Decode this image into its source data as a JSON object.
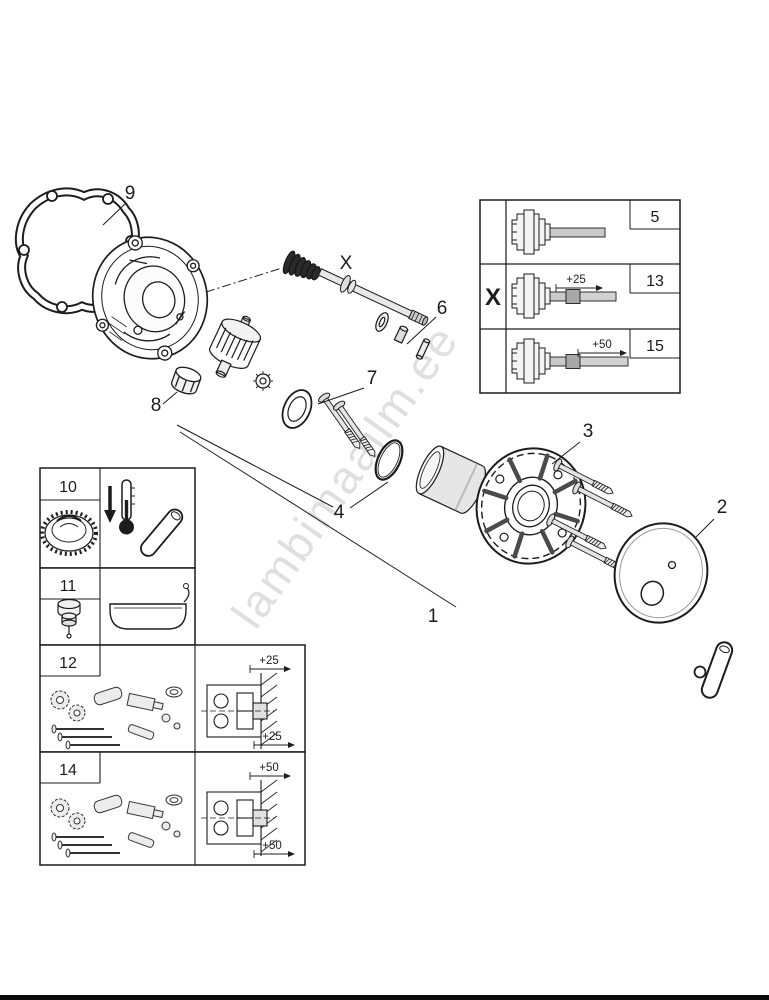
{
  "watermark": "lambimaailm.ee",
  "callouts": {
    "part1": "1",
    "part2": "2",
    "part3": "3",
    "part4": "4",
    "part6": "6",
    "part7": "7",
    "part8": "8",
    "part9": "9",
    "shaft_x": "X"
  },
  "inset": {
    "x_label": "X",
    "rows": [
      {
        "num": "5"
      },
      {
        "num": "13",
        "dim": "+25"
      },
      {
        "num": "15",
        "dim": "+50"
      }
    ]
  },
  "kits": [
    {
      "num": "10"
    },
    {
      "num": "11"
    },
    {
      "num": "12",
      "dim_top": "+25",
      "dim_bottom": "+25"
    },
    {
      "num": "14",
      "dim_top": "+50",
      "dim_bottom": "+50"
    }
  ],
  "colors": {
    "line": "#1c1c1c",
    "watermark": "#c6c6c6"
  }
}
